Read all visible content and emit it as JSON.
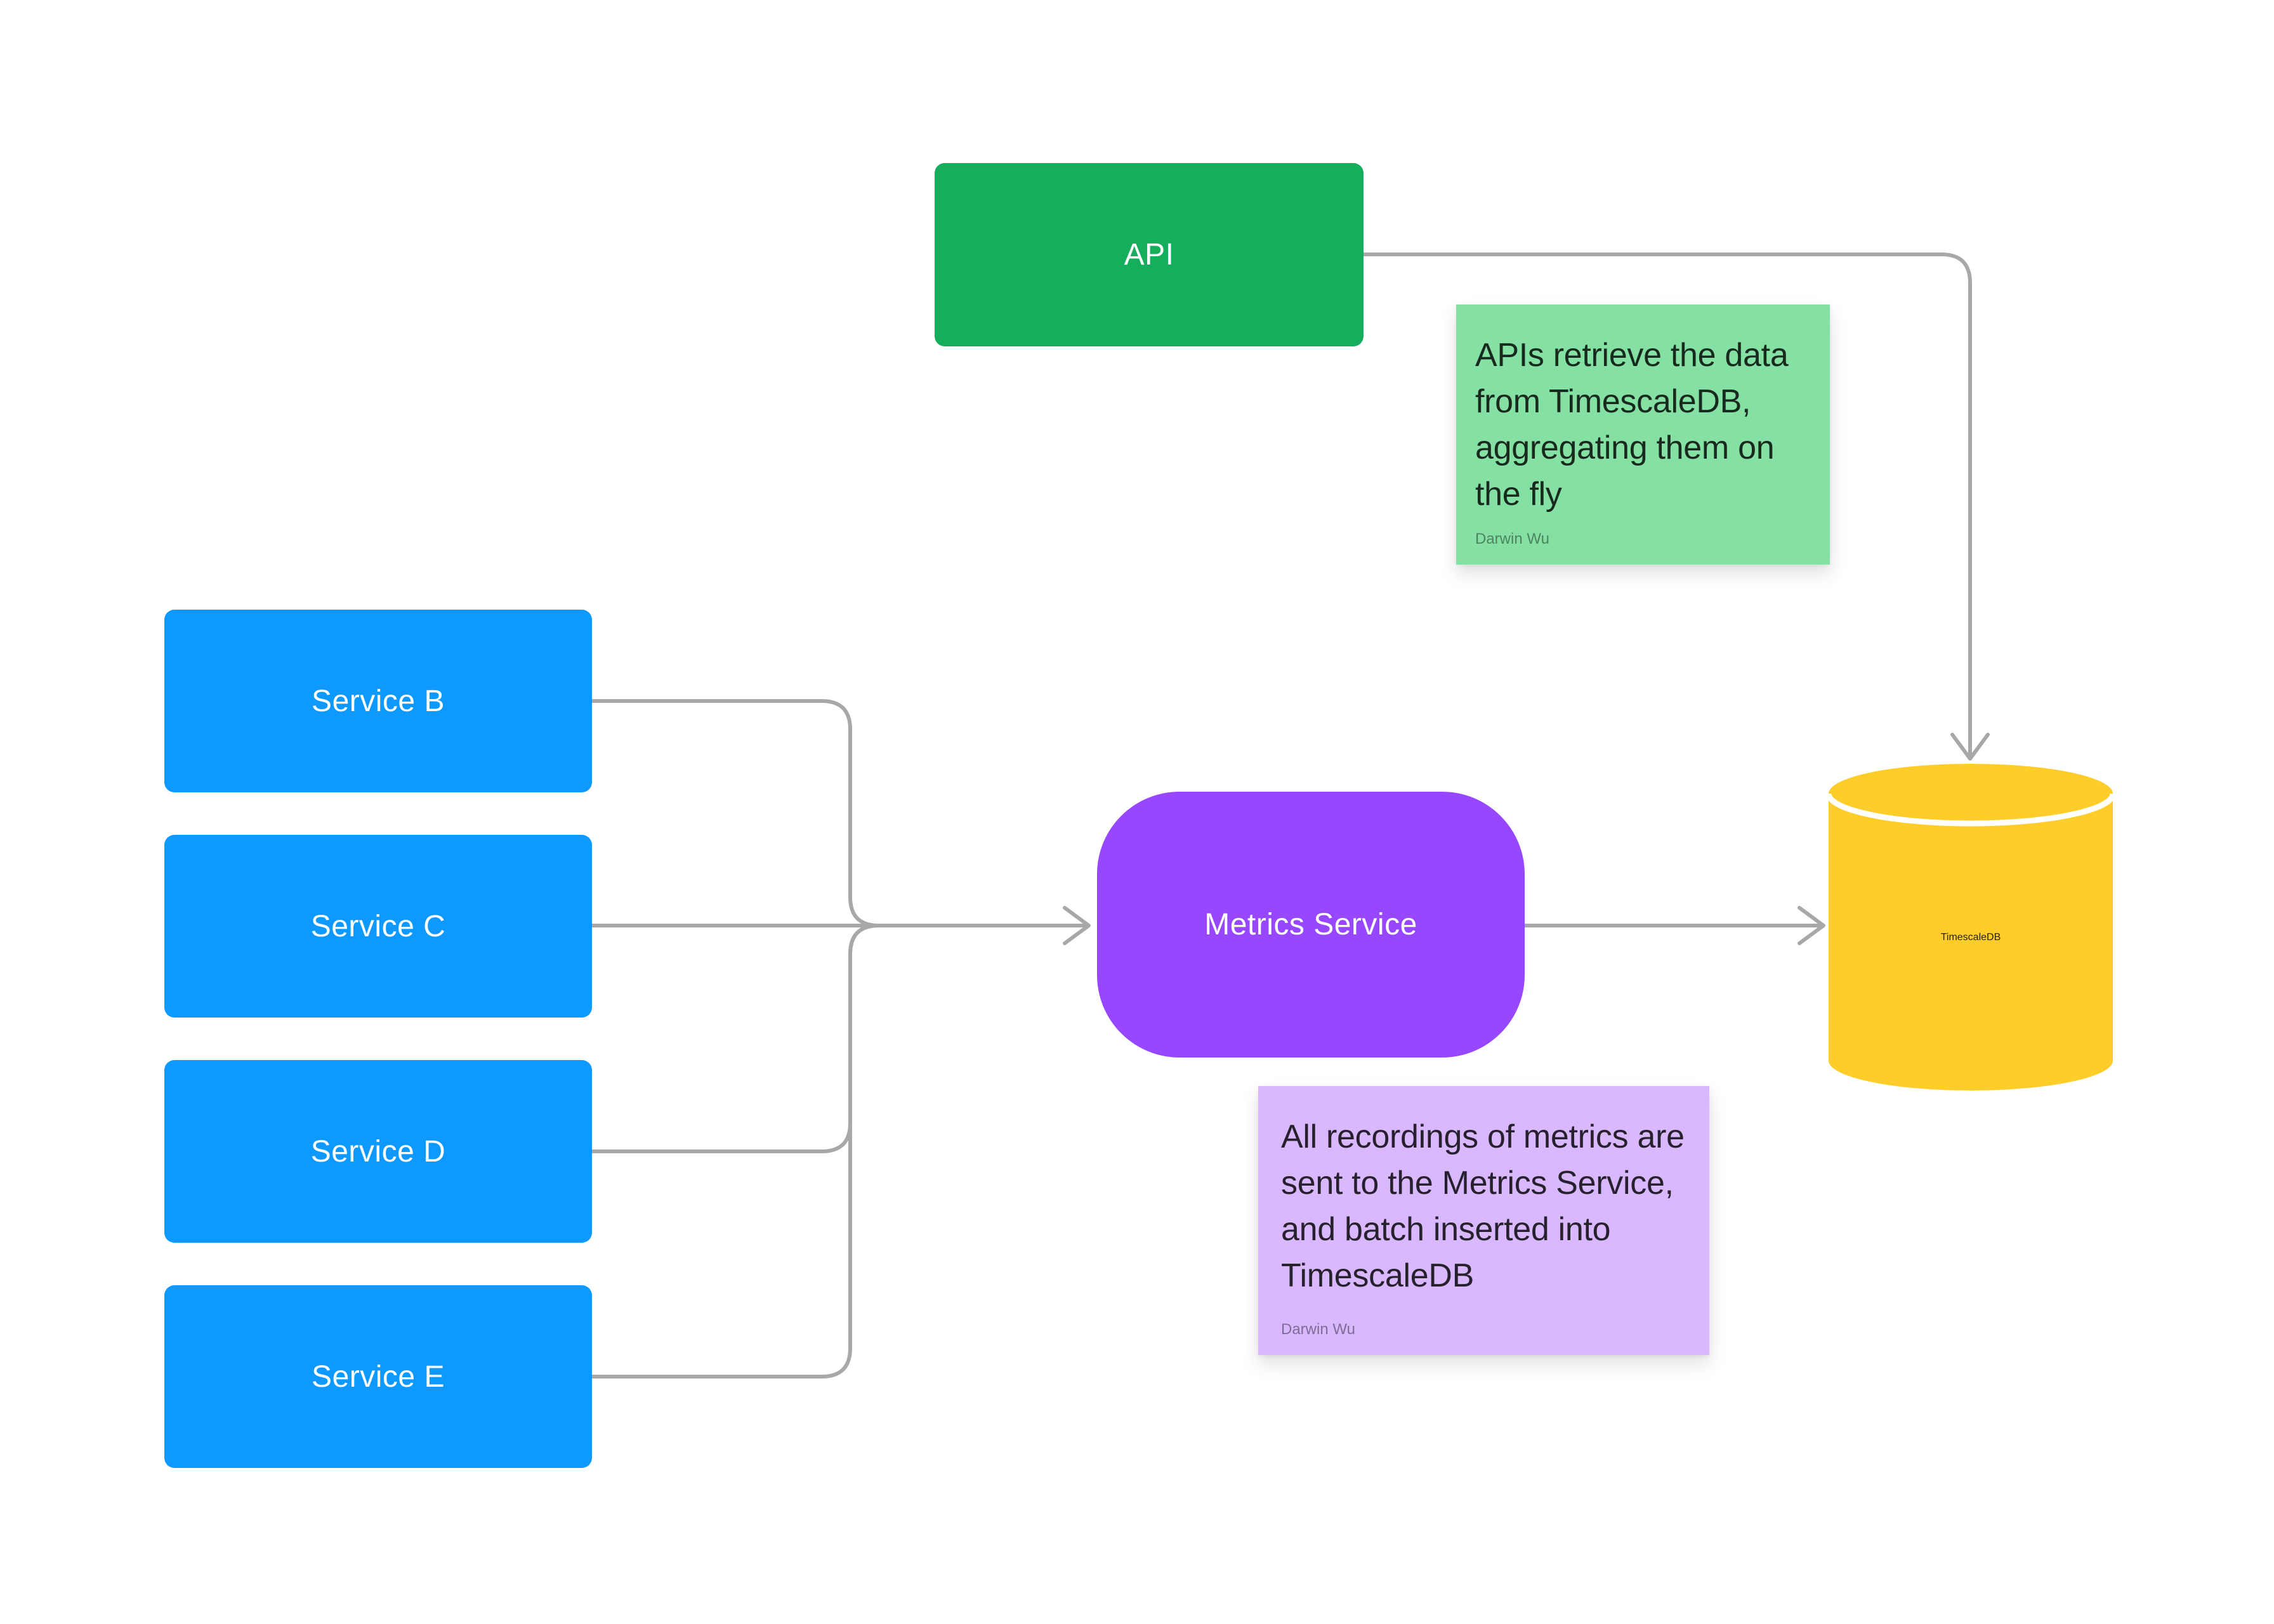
{
  "canvas": {
    "background": "#FFFFFF"
  },
  "connectors": {
    "color": "#A8A8A8",
    "edges": [
      {
        "from": "Service B",
        "to": "Metrics Service"
      },
      {
        "from": "Service C",
        "to": "Metrics Service"
      },
      {
        "from": "Service D",
        "to": "Metrics Service"
      },
      {
        "from": "Service E",
        "to": "Metrics Service"
      },
      {
        "from": "Metrics Service",
        "to": "TimescaleDB"
      },
      {
        "from": "API",
        "to": "TimescaleDB"
      }
    ]
  },
  "nodes": {
    "api": {
      "label": "API",
      "fill": "#14AE5C",
      "text_color": "#FFFFFF"
    },
    "services_fill": "#0D99FF",
    "services_text_color": "#FFFFFF",
    "services": [
      {
        "label": "Service B"
      },
      {
        "label": "Service C"
      },
      {
        "label": "Service D"
      },
      {
        "label": "Service E"
      }
    ],
    "metrics": {
      "label": "Metrics Service",
      "fill": "#9747FF",
      "text_color": "#FFFFFF"
    },
    "db": {
      "label": "TimescaleDB",
      "fill": "#FFCD29",
      "divider_color": "#FFFFFF",
      "text_color": "rgba(0,0,0,0.85)"
    }
  },
  "notes": {
    "api_note": {
      "text": "APIs retrieve the data from TimescaleDB, aggregating them on the fly",
      "author": "Darwin Wu",
      "fill": "#85E0A3",
      "text_color": "rgba(0,0,0,0.82)",
      "author_color": "rgba(0,0,0,0.42)"
    },
    "metrics_note": {
      "text": "All recordings of metrics are sent to the Metrics Service, and batch inserted into TimescaleDB",
      "author": "Darwin Wu",
      "fill": "#D9B8FF",
      "text_color": "rgba(0,0,0,0.82)",
      "author_color": "rgba(0,0,0,0.42)"
    }
  }
}
